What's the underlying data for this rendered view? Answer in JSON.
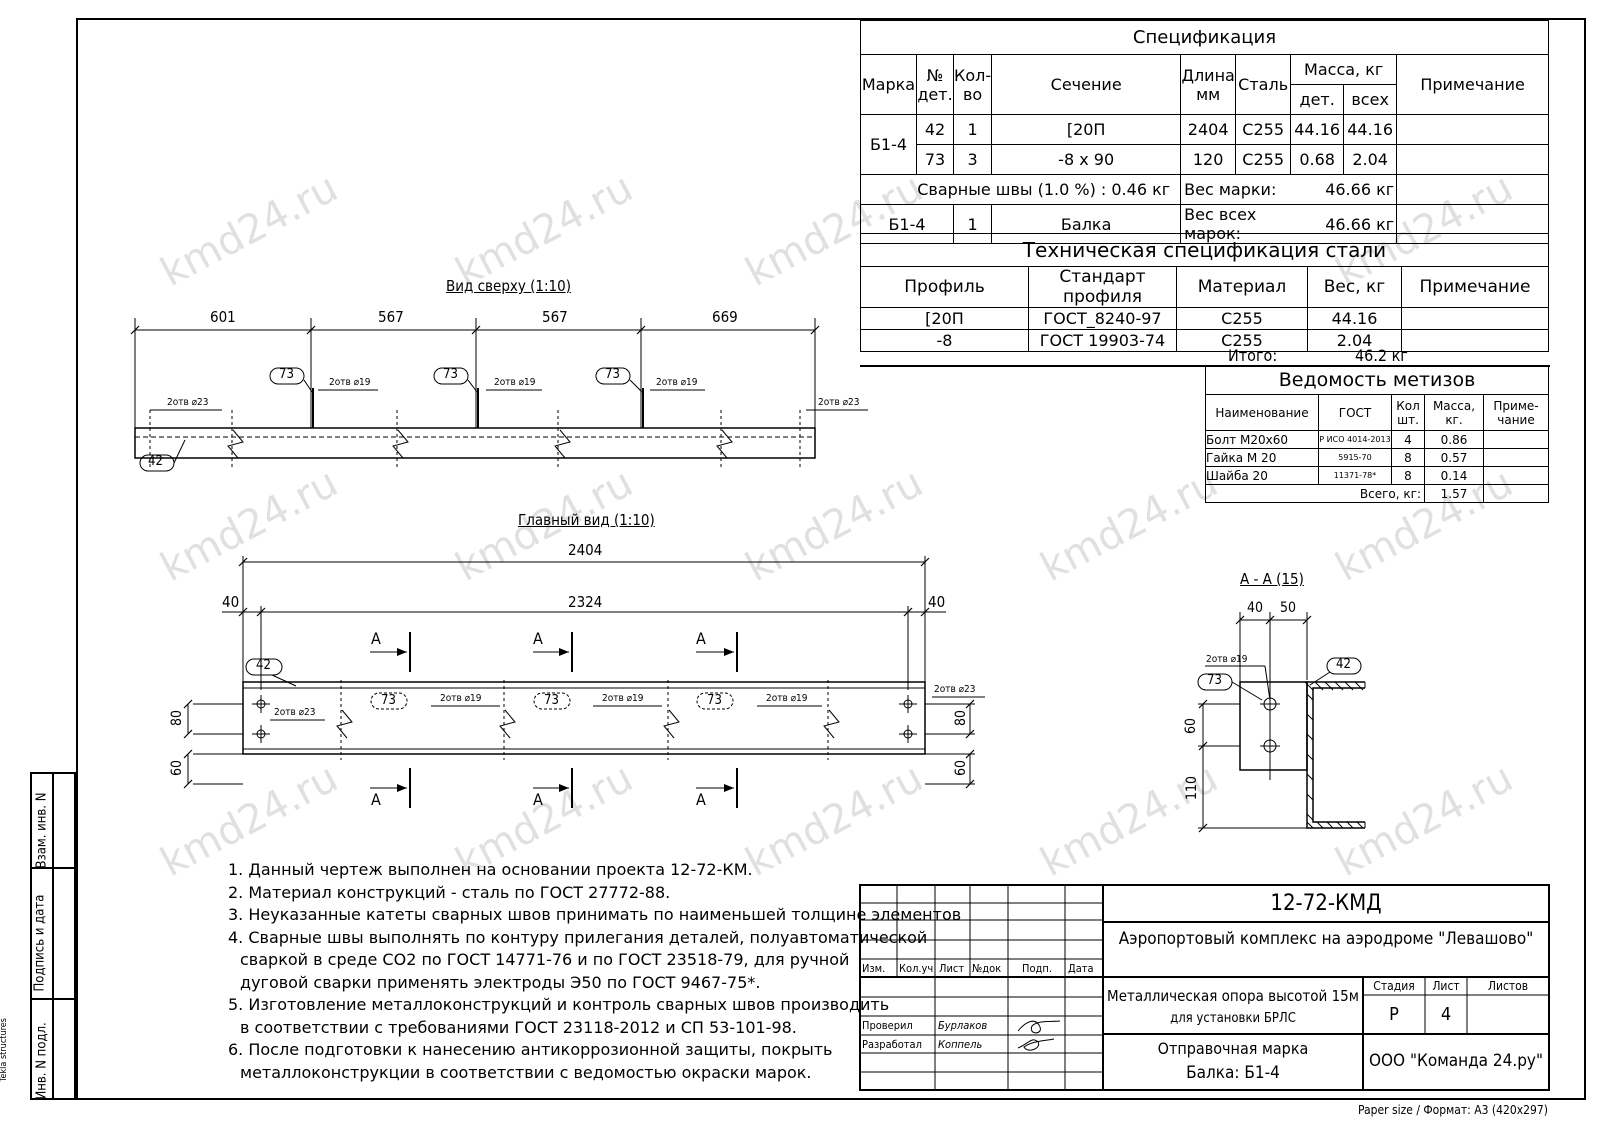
{
  "watermark": "kmd24.ru",
  "spec": {
    "title": "Спецификация",
    "headers": {
      "mark": "Марка",
      "det_no": "№ дет.",
      "qty": "Кол-во",
      "section": "Сечение",
      "length": "Длина мм",
      "steel": "Сталь",
      "mass": "Масса, кг",
      "mass_det": "дет.",
      "mass_all": "всех",
      "note": "Примечание"
    },
    "rows": [
      {
        "mark": "Б1-4",
        "det": "42",
        "qty": "1",
        "section": "[20П",
        "length": "2404",
        "steel": "С255",
        "m_det": "44.16",
        "m_all": "44.16"
      },
      {
        "mark": "",
        "det": "73",
        "qty": "3",
        "section": "-8 x 90",
        "length": "120",
        "steel": "С255",
        "m_det": "0.68",
        "m_all": "2.04"
      }
    ],
    "welds": "Сварные швы (1.0 %) : 0.46 кг",
    "mark_weight_label": "Вес марки:",
    "mark_weight": "46.66 кг",
    "all_weight_label": "Вес всех марок:",
    "all_weight": "46.66 кг",
    "summary_mark": "Б1-4",
    "summary_qty": "1",
    "summary_name": "Балка"
  },
  "steel_spec": {
    "title": "Техническая спецификация стали",
    "headers": {
      "profile": "Профиль",
      "standard": "Стандарт профиля",
      "material": "Материал",
      "weight": "Вес, кг",
      "note": "Примечание"
    },
    "rows": [
      {
        "profile": "[20П",
        "standard": "ГОСТ_8240-97",
        "material": "С255",
        "weight": "44.16"
      },
      {
        "profile": "-8",
        "standard": "ГОСТ 19903-74",
        "material": "С255",
        "weight": "2.04"
      }
    ],
    "total_label": "Итого:",
    "total": "46.2 кг"
  },
  "hardware": {
    "title": "Ведомость метизов",
    "headers": {
      "name": "Наименование",
      "gost": "ГОСТ",
      "qty": "Кол шт.",
      "mass": "Масса, кг.",
      "note": "Приме-чание"
    },
    "rows": [
      {
        "name": "Болт М20х60",
        "gost": "Р ИСО 4014-2013",
        "qty": "4",
        "mass": "0.86"
      },
      {
        "name": "Гайка М 20",
        "gost": "5915-70",
        "qty": "8",
        "mass": "0.57"
      },
      {
        "name": "Шайба 20",
        "gost": "11371-78*",
        "qty": "8",
        "mass": "0.14"
      }
    ],
    "total_label": "Всего, кг:",
    "total": "1.57"
  },
  "top_view": {
    "title": "Вид сверху (1:10)",
    "dims": [
      "601",
      "567",
      "567",
      "669"
    ],
    "hole_label_a": "2отв ⌀19",
    "hole_label_b": "2отв ⌀23",
    "part_73": "73",
    "part_42": "42"
  },
  "main_view": {
    "title": "Главный вид (1:10)",
    "overall": "2404",
    "inner": "2324",
    "edge_left": "40",
    "edge_right": "40",
    "section_letter": "A",
    "hole_label_a": "2отв ⌀19",
    "hole_label_b": "2отв ⌀23",
    "dim_80": "80",
    "dim_60": "60",
    "part_73": "73",
    "part_42": "42"
  },
  "section_view": {
    "title": "А - А (15)",
    "dim_40": "40",
    "dim_50": "50",
    "dim_60": "60",
    "dim_110": "110",
    "hole_label": "2отв ⌀19",
    "part_73": "73",
    "part_42": "42"
  },
  "notes": [
    "1. Данный чертеж выполнен на основании проекта 12-72-КМ.",
    "2. Материал конструкций - сталь по ГОСТ 27772-88.",
    "3. Неуказанные катеты сварных швов принимать по наименьшей толщине элементов",
    "4. Сварные швы выполнять по контуру прилегания деталей, полуавтоматической",
    "   сваркой в среде СО2 по ГОСТ 14771-76 и по ГОСТ 23518-79, для ручной",
    "   дуговой сварки применять электроды Э50 по ГОСТ 9467-75*.",
    "5. Изготовление металлоконструкций и контроль сварных швов производить",
    "   в соответствии с требованиями ГОСТ 23118-2012 и СП 53-101-98.",
    "6. После подготовки к нанесению антикоррозионной защиты, покрыть",
    "   металлоконструкции в соответствии с ведомостью окраски марок."
  ],
  "title_block": {
    "code": "12-72-КМД",
    "project": "Аэропортовый комплекс на аэродроме \"Левашово\"",
    "cols": [
      "Изм.",
      "Кол.уч",
      "Лист",
      "№док",
      "Подп.",
      "Дата"
    ],
    "checked_label": "Проверил",
    "checked_name": "Бурлаков",
    "developed_label": "Разработал",
    "developed_name": "Коппель",
    "desc_line1": "Металлическая опора высотой 15м",
    "desc_line2": "для установки БРЛС",
    "stage_label": "Стадия",
    "sheet_label": "Лист",
    "sheets_label": "Листов",
    "stage": "Р",
    "sheet": "4",
    "sheets": "",
    "ship_mark_label": "Отправочная марка",
    "ship_mark": "Балка: Б1-4",
    "company": "ООО \"Команда 24.ру\""
  },
  "side_stamp": {
    "inv_replace": "Взам. инв. N",
    "sign_date": "Подпись и дата",
    "inv_orig": "Инв. N подл.",
    "software": "Tekla structures"
  },
  "paper_size": "Paper size / Формат: A3 (420x297)"
}
